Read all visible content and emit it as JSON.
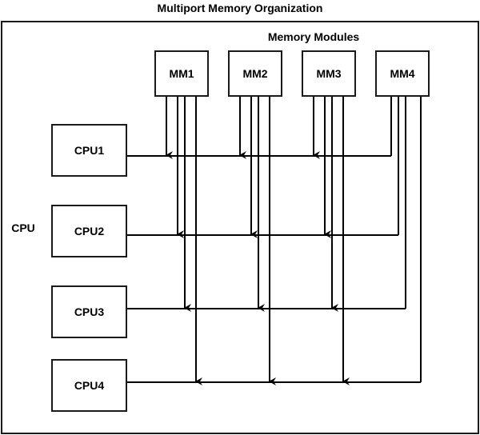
{
  "title": "Multiport Memory Organization",
  "memory_group_label": "Memory Modules",
  "cpu_group_label": "CPU",
  "memory_modules": [
    {
      "id": "MM1",
      "label": "MM1"
    },
    {
      "id": "MM2",
      "label": "MM2"
    },
    {
      "id": "MM3",
      "label": "MM3"
    },
    {
      "id": "MM4",
      "label": "MM4"
    }
  ],
  "cpus": [
    {
      "id": "CPU1",
      "label": "CPU1"
    },
    {
      "id": "CPU2",
      "label": "CPU2"
    },
    {
      "id": "CPU3",
      "label": "CPU3"
    },
    {
      "id": "CPU4",
      "label": "CPU4"
    }
  ],
  "connections": [
    {
      "from": "MM1",
      "to": "CPU1",
      "arrow": true
    },
    {
      "from": "MM1",
      "to": "CPU2",
      "arrow": true
    },
    {
      "from": "MM1",
      "to": "CPU3",
      "arrow": true
    },
    {
      "from": "MM1",
      "to": "CPU4",
      "arrow": true
    },
    {
      "from": "MM2",
      "to": "CPU1",
      "arrow": true
    },
    {
      "from": "MM2",
      "to": "CPU2",
      "arrow": true
    },
    {
      "from": "MM2",
      "to": "CPU3",
      "arrow": true
    },
    {
      "from": "MM2",
      "to": "CPU4",
      "arrow": true
    },
    {
      "from": "MM3",
      "to": "CPU1",
      "arrow": true
    },
    {
      "from": "MM3",
      "to": "CPU2",
      "arrow": true
    },
    {
      "from": "MM3",
      "to": "CPU3",
      "arrow": true
    },
    {
      "from": "MM3",
      "to": "CPU4",
      "arrow": true
    },
    {
      "from": "MM4",
      "to": "CPU1",
      "arrow": false
    },
    {
      "from": "MM4",
      "to": "CPU2",
      "arrow": false
    },
    {
      "from": "MM4",
      "to": "CPU3",
      "arrow": false
    },
    {
      "from": "MM4",
      "to": "CPU4",
      "arrow": false
    }
  ],
  "colors": {
    "stroke": "#000000",
    "background": "#ffffff"
  }
}
